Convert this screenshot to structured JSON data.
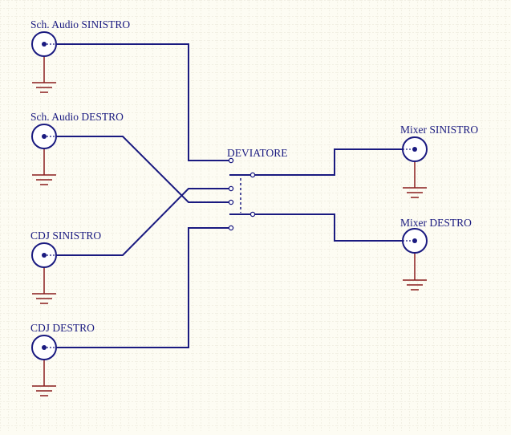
{
  "colors": {
    "background": "#fdfcf3",
    "grid": "#e6e4d4",
    "wire": "#1a1a80",
    "ground": "#8a1c1c"
  },
  "connectors": {
    "sch_audio_sinistro": "Sch. Audio SINISTRO",
    "sch_audio_destro": "Sch. Audio DESTRO",
    "cdj_sinistro": "CDJ SINISTRO",
    "cdj_destro": "CDJ DESTRO",
    "mixer_sinistro": "Mixer SINISTRO",
    "mixer_destro": "Mixer DESTRO"
  },
  "switch": {
    "label": "DEVIATORE"
  },
  "icons": {
    "connector": "rca-connector-icon",
    "ground": "ground-icon",
    "switch": "dpdt-switch-icon"
  }
}
